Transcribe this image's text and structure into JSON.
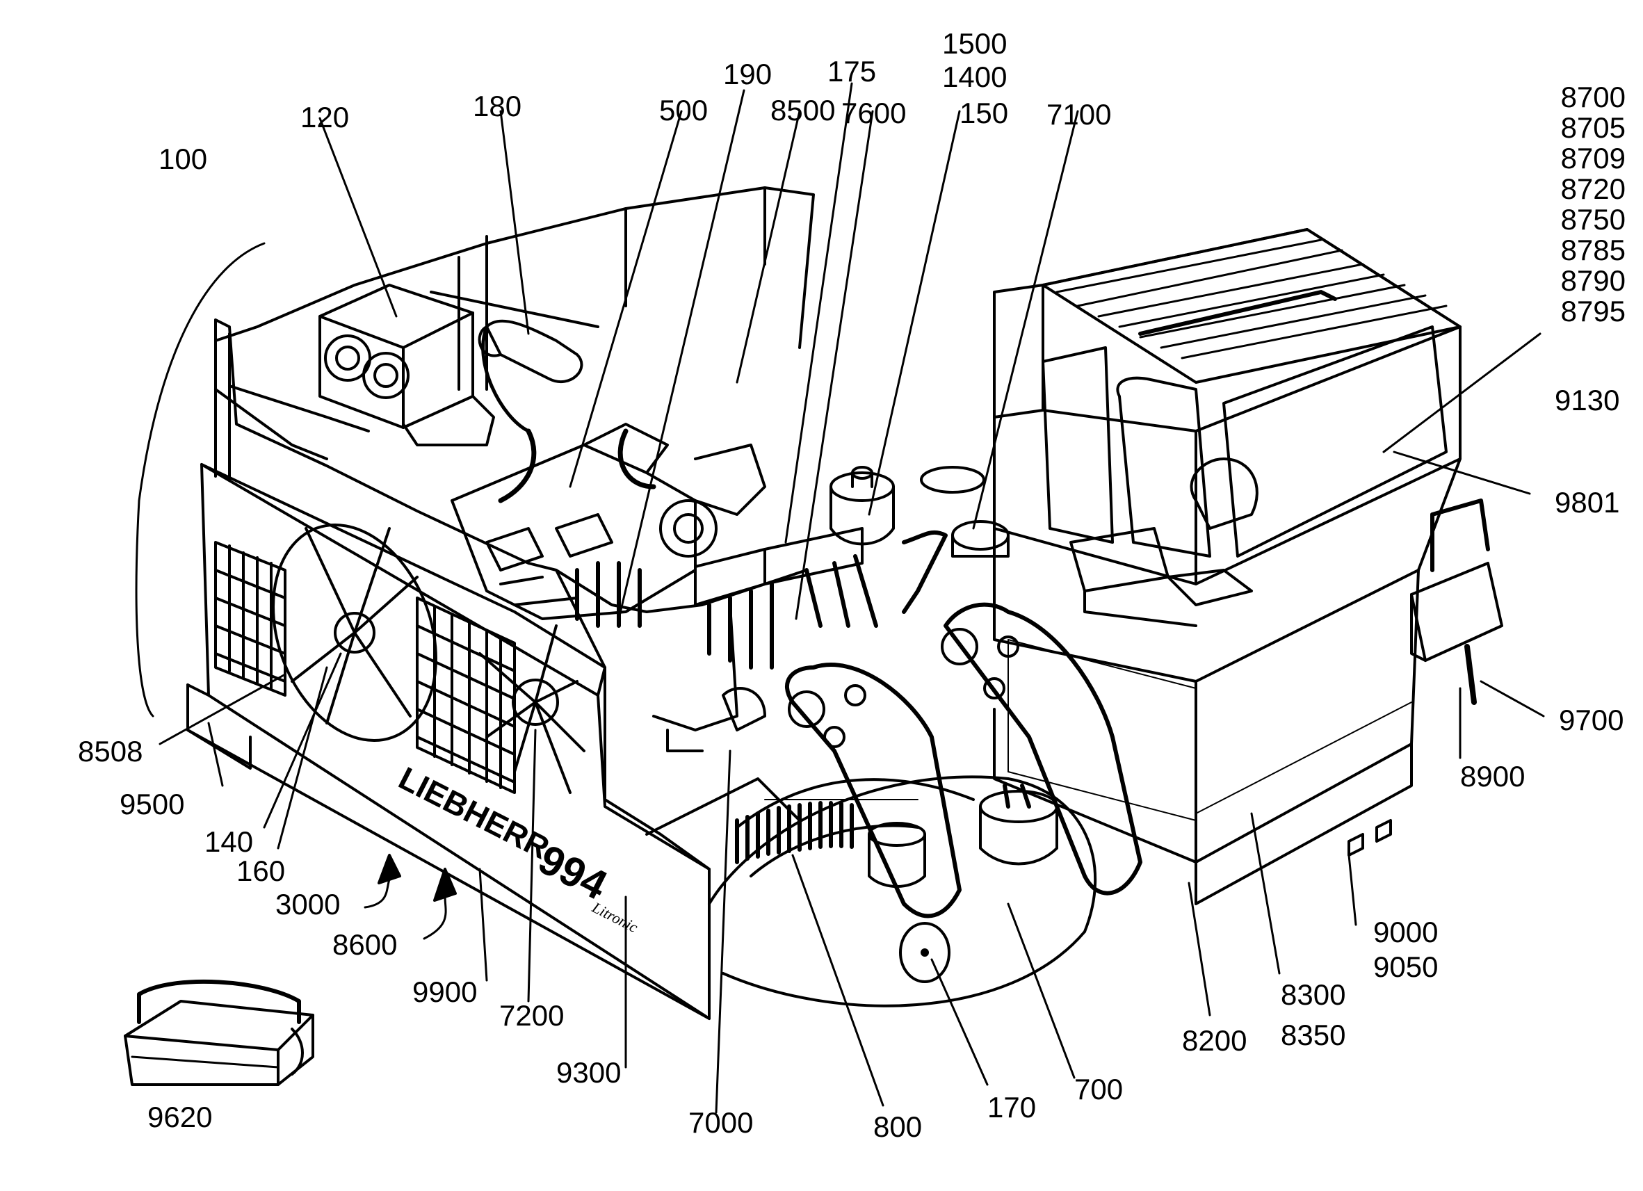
{
  "labels": {
    "l100": "100",
    "l120": "120",
    "l180": "180",
    "l500": "500",
    "l190": "190",
    "l8500": "8500",
    "l175": "175",
    "l7600": "7600",
    "l1500": "1500",
    "l1400": "1400",
    "l150": "150",
    "l7100": "7100",
    "stack_top_right": [
      "8700",
      "8705",
      "8709",
      "8720",
      "8750",
      "8785",
      "8790",
      "8795"
    ],
    "l9130": "9130",
    "l9801": "9801",
    "l9700": "9700",
    "l8900": "8900",
    "l9000": "9000",
    "l9050": "9050",
    "l8300": "8300",
    "l8350": "8350",
    "l8200": "8200",
    "l700": "700",
    "l170": "170",
    "l800": "800",
    "l7000": "7000",
    "l9300": "9300",
    "l7200": "7200",
    "l9900": "9900",
    "l8600": "8600",
    "l3000": "3000",
    "l160": "160",
    "l140": "140",
    "l9500": "9500",
    "l8508": "8508",
    "l9620": "9620"
  },
  "brand": {
    "side_text": "LIEBHERR",
    "model_text": "994",
    "model_script": "Litronic"
  },
  "colors": {
    "ink": "#000000",
    "paper": "#ffffff"
  }
}
